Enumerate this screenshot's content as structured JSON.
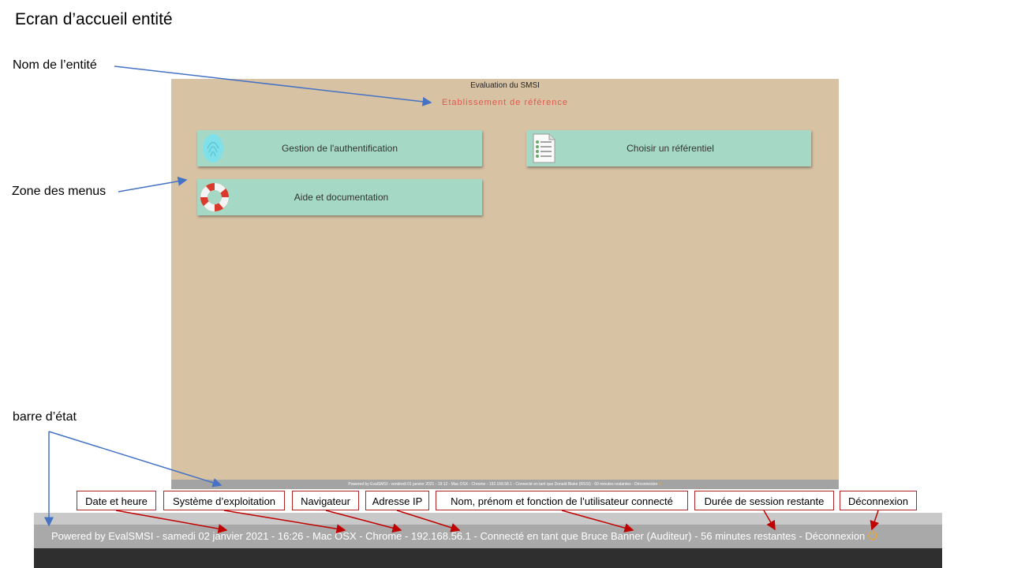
{
  "slide": {
    "title": "Ecran d’accueil entité",
    "annotations": {
      "entity_name": "Nom de l’entité",
      "menu_zone": "Zone des menus",
      "status_bar": "barre d’état"
    }
  },
  "app": {
    "title": "Evaluation du SMSI",
    "entity_name": "Etablissement de référence",
    "menus": [
      {
        "label": "Gestion de l'authentification",
        "icon": "fingerprint-icon"
      },
      {
        "label": "Choisir un référentiel",
        "icon": "document-checklist-icon"
      },
      {
        "label": "Aide et documentation",
        "icon": "lifebuoy-icon"
      }
    ],
    "status_bar_small": "Powered by EvalSMSI - vendredi 01 janvier 2021 - 19:12 - Mac OSX - Chrome - 192.168.58.1 - Connecté en tant que Donald Blake (RSSI) - 60 minutes restantes - Déconnexion"
  },
  "callouts": {
    "date_time": "Date et heure",
    "os": "Système d’exploitation",
    "browser": "Navigateur",
    "ip": "Adresse IP",
    "user": "Nom, prénom et fonction de l’utilisateur connecté",
    "session": "Durée de session restante",
    "logout": "Déconnexion"
  },
  "status_bar_zoom": {
    "powered_by": "Powered by EvalSMSI",
    "date_time": "samedi 02 janvier 2021 - 16:26",
    "os": "Mac OSX",
    "browser": "Chrome",
    "ip": "192.168.56.1",
    "user": "Connecté en tant que Bruce Banner (Auditeur)",
    "session": "56 minutes restantes",
    "logout": "Déconnexion"
  },
  "colors": {
    "screen_bg": "#d8c2a4",
    "menu_card": "#a6d9c5",
    "entity_text": "#e2584c",
    "annotation_arrow": "#4472c4",
    "callout_arrow": "#c00000",
    "status_bar": "#a9a9a9",
    "power_icon": "#f5a623"
  }
}
